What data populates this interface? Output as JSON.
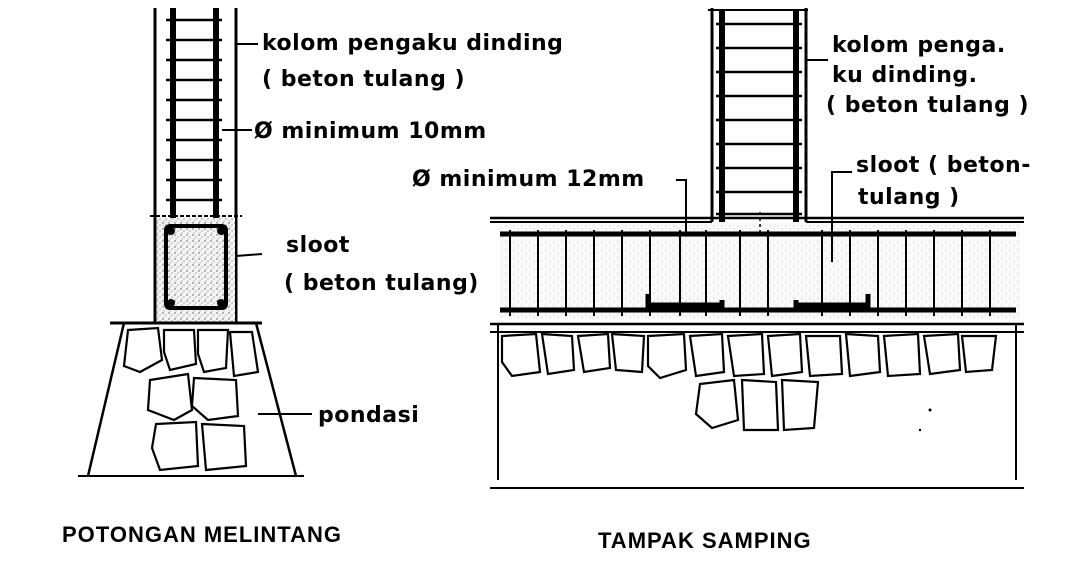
{
  "left": {
    "column_label_line1": "kolom pengaku dinding",
    "column_label_line2": "( beton tulang )",
    "bar_label": "Ø minimum 10mm",
    "sloof_label_line1": "sloot",
    "sloof_label_line2": "( beton tulang)",
    "foundation_label": "pondasi",
    "caption": "POTONGAN MELINTANG"
  },
  "right": {
    "column_label_line1": "kolom penga.",
    "column_label_line2": "ku dinding.",
    "column_label_line3": "( beton tulang )",
    "bar_label": "Ø minimum 12mm",
    "sloof_label_line1": "sloot ( beton-",
    "sloof_label_line2": "tulang )",
    "caption": "TAMPAK SAMPING"
  }
}
